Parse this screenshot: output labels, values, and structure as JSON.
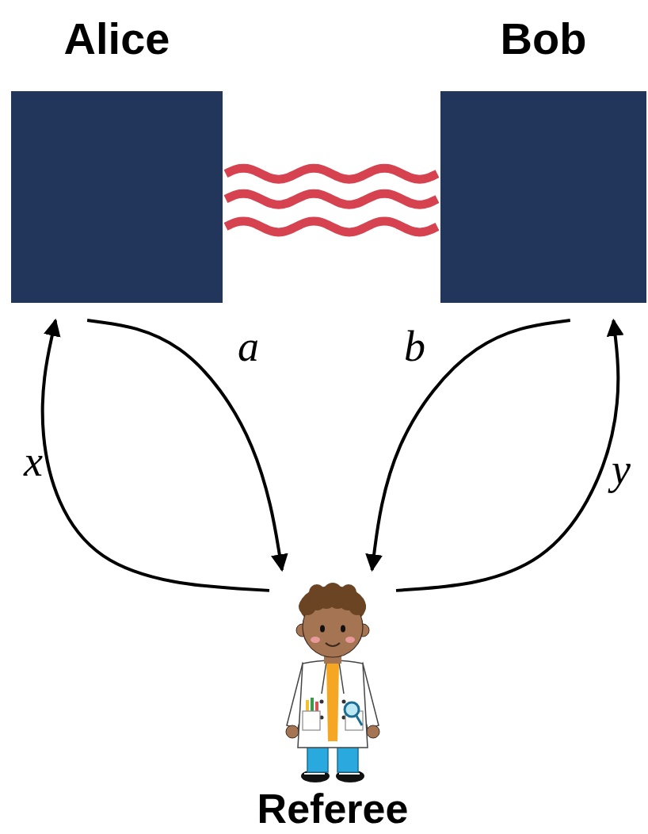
{
  "diagram": {
    "nodes": [
      {
        "text": [
          "Alice"
        ]
      },
      {
        "text": [
          "Bob"
        ]
      },
      {
        "text": [
          "Referee"
        ]
      }
    ],
    "edges": [
      {
        "from": 2,
        "to": 0,
        "label": "x",
        "arrow": "to"
      },
      {
        "from": 0,
        "to": 2,
        "label": "a",
        "arrow": "to"
      },
      {
        "from": 1,
        "to": 2,
        "label": "b",
        "arrow": "to"
      },
      {
        "from": 2,
        "to": 1,
        "label": "y",
        "arrow": "to"
      },
      {
        "from": 0,
        "to": 1,
        "arrow": "none"
      },
      {
        "from": 0,
        "to": 1,
        "arrow": "none"
      },
      {
        "from": 0,
        "to": 1,
        "arrow": "none"
      }
    ]
  }
}
